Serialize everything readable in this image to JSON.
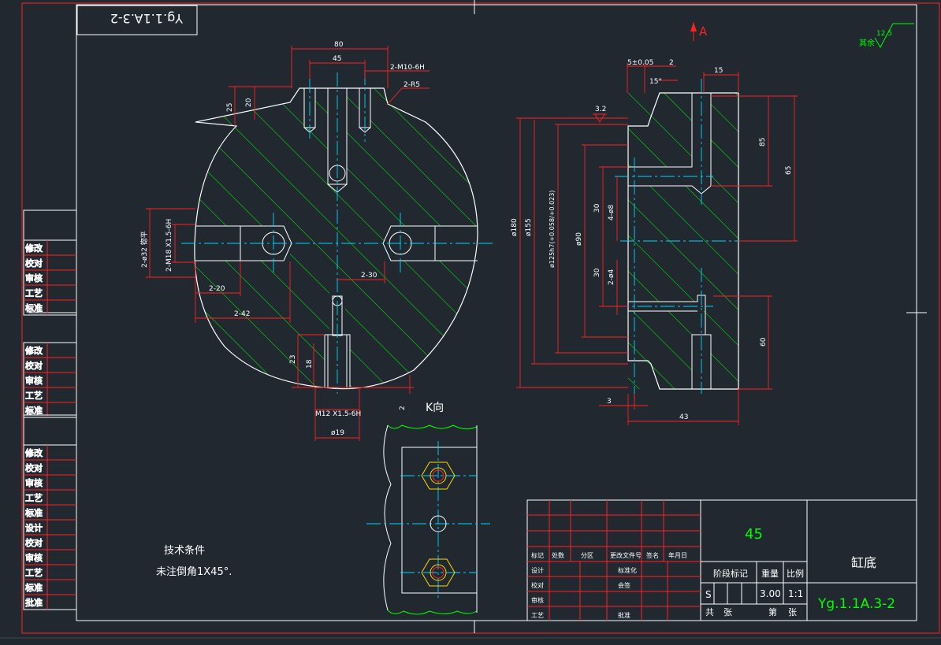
{
  "drawing": {
    "code_rotated": "Yg.1.1A.3-2",
    "view_label": "A",
    "roughness_note": "其余",
    "roughness_value": "12.5",
    "k_view_label": "K向",
    "tech_title": "技术条件",
    "tech_note": "未注倒角1X45°."
  },
  "left_view": {
    "dims": [
      "80",
      "45",
      "2-M10-6H",
      "2-R5",
      "25",
      "20",
      "2-ø32 锪平",
      "2-M18 X1.5-6H",
      "2-20",
      "2-42",
      "2-30",
      "23",
      "18",
      "M12 X1.5-6H",
      "ø19",
      "2"
    ]
  },
  "right_view": {
    "dims": [
      "5±0.05",
      "2",
      "15°",
      "15",
      "3.2",
      "85",
      "65",
      "30",
      "4-ø8",
      "30",
      "2-ø4",
      "60",
      "ø180",
      "ø155",
      "ø125h7(+0.058/+0.023)",
      "ø90",
      "3",
      "43"
    ]
  },
  "side_panels": [
    {
      "labels": [
        "修改",
        "校对",
        "审核",
        "工艺",
        "标准"
      ]
    },
    {
      "labels": [
        "修改",
        "校对",
        "审核",
        "工艺",
        "标准"
      ]
    },
    {
      "labels": [
        "修改",
        "校对",
        "审核",
        "工艺",
        "标准",
        "设计",
        "校对",
        "审核",
        "工艺",
        "标准",
        "批准"
      ]
    }
  ],
  "title_block": {
    "material": "45",
    "part_name": "缸底",
    "drawing_no": "Yg.1.1A.3-2",
    "stage_label": "阶段标记",
    "weight_label": "重量",
    "scale_label": "比例",
    "stage_value": "S",
    "weight": "3.00",
    "scale": "1:1",
    "sheets_total_label": "共",
    "sheets_unit": "张",
    "sheet_no_label": "第",
    "sheet_unit2": "张",
    "header_cells": [
      "标记",
      "处数",
      "分区",
      "更改文件号",
      "签名",
      "年月日"
    ],
    "row_labels": [
      "设计",
      "标准化",
      "校对",
      "会签",
      "审核",
      "工艺",
      "批准"
    ]
  }
}
